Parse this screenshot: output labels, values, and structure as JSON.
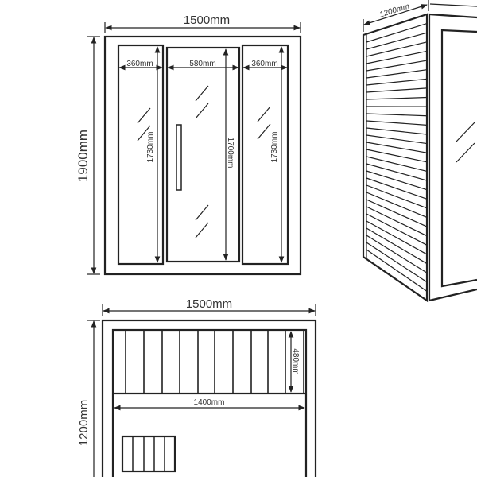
{
  "front_view": {
    "width_label": "1500mm",
    "height_label": "1900mm",
    "left_panel": {
      "width_label": "360mm",
      "height_label": "1730mm"
    },
    "door": {
      "width_label": "580mm",
      "height_label": "1700mm"
    },
    "right_panel": {
      "width_label": "360mm",
      "height_label": "1730mm"
    }
  },
  "iso_view": {
    "depth_label": "1200mm",
    "slat_count": 30
  },
  "top_view": {
    "width_label": "1500mm",
    "depth_label": "1200mm",
    "bench_depth_label": "480mm",
    "bench_width_label": "1400mm"
  }
}
